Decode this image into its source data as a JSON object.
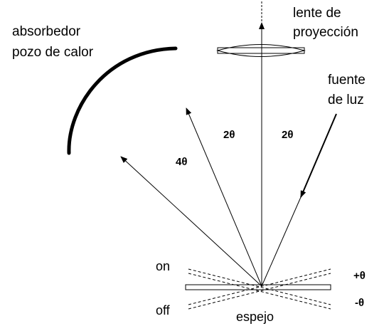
{
  "labels": {
    "absorber_line1": "absorbedor",
    "absorber_line2": "pozo de calor",
    "lens_line1": "lente de",
    "lens_line2": "proyección",
    "source_line1": "fuente",
    "source_line2": "de luz",
    "on": "on",
    "off": "off",
    "mirror": "espejo",
    "plus_theta": "+θ",
    "minus_theta": "-θ",
    "angle_4theta": "4θ",
    "angle_2theta_left": "2θ",
    "angle_2theta_right": "2θ"
  },
  "colors": {
    "ink": "#000000",
    "background": "#ffffff"
  }
}
